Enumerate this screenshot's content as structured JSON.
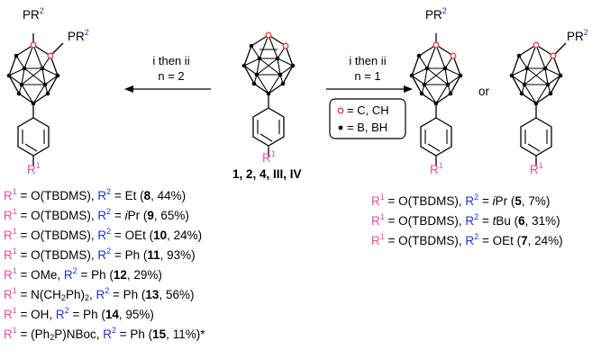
{
  "reaction": {
    "left_arrow": {
      "conditions": "i then ii",
      "n": "n = 2"
    },
    "right_arrow": {
      "conditions": "i then ii",
      "n": "n = 1"
    },
    "or_text": "or",
    "starting_material_ids": "1, 2, 4, III, IV",
    "legend": {
      "carbon": "= C, CH",
      "boron": "= B, BH"
    }
  },
  "group_labels": {
    "pr2": "PR",
    "pr2_sup": "2",
    "r1": "R",
    "r1_sup": "1",
    "r2": "R",
    "r2_sup": "2"
  },
  "products_left": [
    {
      "prefix": "= O(TBDMS), ",
      "r2_mid": " = ",
      "r2_ital": "",
      "r2_rest": "Et",
      "compound": "8",
      "yield": "44%"
    },
    {
      "prefix": "= O(TBDMS), ",
      "r2_mid": " = ",
      "r2_ital": "i",
      "r2_rest": "Pr",
      "compound": "9",
      "yield": "65%"
    },
    {
      "prefix": "= O(TBDMS), ",
      "r2_mid": " = ",
      "r2_ital": "",
      "r2_rest": "OEt",
      "compound": "10",
      "yield": "24%"
    },
    {
      "prefix": "= O(TBDMS), ",
      "r2_mid": " = ",
      "r2_ital": "",
      "r2_rest": "Ph",
      "compound": "11",
      "yield": "93%"
    },
    {
      "prefix": "= OMe, ",
      "r2_mid": " = ",
      "r2_ital": "",
      "r2_rest": "Ph",
      "compound": "12",
      "yield": "29%"
    },
    {
      "prefix": "= N(CH2Ph)2, ",
      "r2_mid": " = ",
      "r2_ital": "",
      "r2_rest": "Ph",
      "compound": "13",
      "yield": "56%"
    },
    {
      "prefix": "= OH, ",
      "r2_mid": " = ",
      "r2_ital": "",
      "r2_rest": "Ph",
      "compound": "14",
      "yield": "95%"
    },
    {
      "prefix": "= (Ph2P)NBoc, ",
      "r2_mid": " = ",
      "r2_ital": "",
      "r2_rest": "Ph",
      "compound": "15",
      "yield": "11%",
      "suffix": "*"
    }
  ],
  "products_right": [
    {
      "prefix": "= O(TBDMS), ",
      "r2_mid": " = ",
      "r2_ital": "i",
      "r2_rest": "Pr",
      "compound": "5",
      "yield": "7%"
    },
    {
      "prefix": "= O(TBDMS), ",
      "r2_mid": " = ",
      "r2_ital": "t",
      "r2_rest": "Bu",
      "compound": "6",
      "yield": "31%"
    },
    {
      "prefix": "= O(TBDMS), ",
      "r2_mid": " = ",
      "r2_ital": "",
      "r2_rest": "OEt",
      "compound": "7",
      "yield": "24%"
    }
  ],
  "colors": {
    "r1": "#e0509f",
    "r2": "#1f33c4",
    "carbon_vertex": "#e8413f",
    "boron_vertex": "#000000"
  }
}
